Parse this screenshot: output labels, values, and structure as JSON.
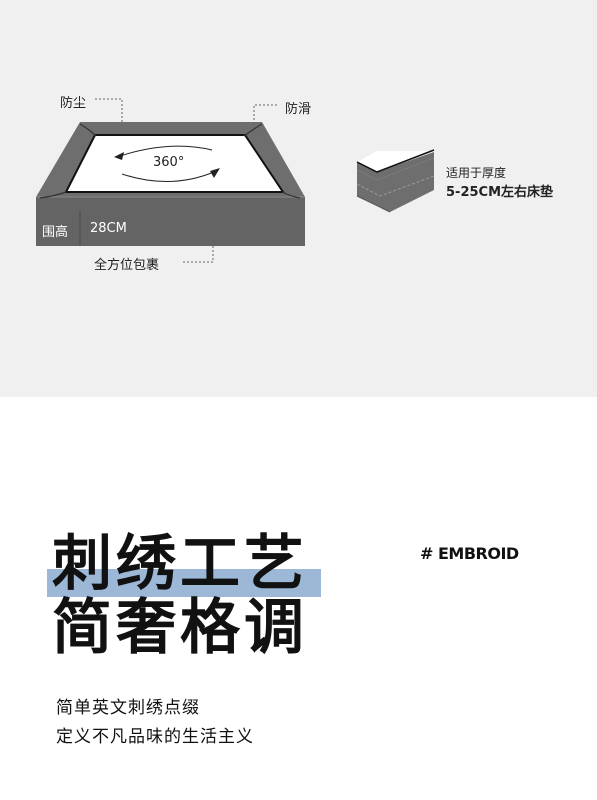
{
  "diagram": {
    "label_dust": "防尘",
    "label_antislip": "防滑",
    "label_rotation": "360°",
    "label_height_title": "围高",
    "label_height_value": "28CM",
    "label_wrap": "全方位包裹",
    "fit_line1": "适用于厚度",
    "fit_line2": "5-25CM左右床垫"
  },
  "feature": {
    "heading_line1": "刺绣工艺",
    "heading_line2": "简奢格调",
    "tag": "# EMBROID",
    "desc_line1": "简单英文刺绣点缀",
    "desc_line2": "定义不凡品味的生活主义",
    "accent_color": "#9cb8d6"
  }
}
